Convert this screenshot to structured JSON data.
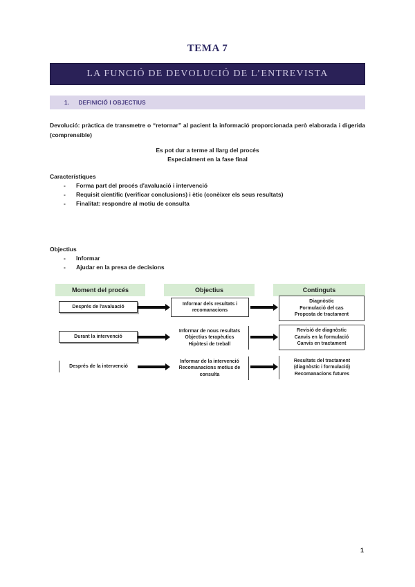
{
  "header": {
    "title": "TEMA 7",
    "banner": "LA FUNCIÓ DE DEVOLUCIÓ DE L’ENTREVISTA"
  },
  "section": {
    "number": "1.",
    "title": "DEFINICIÓ I OBJECTIUS"
  },
  "definition": {
    "paragraph_line1": "Devolució: pràctica de transmetre o “retornar” al pacient la informació proporcionada però elaborada i digerida",
    "paragraph_line2": "(comprensible)",
    "center_line1": "Es pot dur a terme al llarg del procés",
    "center_line2": "Especialment en la fase final"
  },
  "bullet_char": "-",
  "characteristics": {
    "title": "Característiques",
    "items": [
      "Forma part del procés d'avaluació i intervenció",
      "Requisit científic (verificar conclusions) i ètic (conèixer els seus resultats)",
      "Finalitat: respondre al motiu de consulta"
    ]
  },
  "objectives": {
    "title": "Objectius",
    "items": [
      "Informar",
      "Ajudar en la presa de decisions"
    ]
  },
  "diagram": {
    "headers": [
      "Moment del procés",
      "Objectius",
      "Continguts"
    ],
    "rows": [
      {
        "moment": "Després de l'avaluació",
        "objective": "Informar dels resultats i\nrecomanacions",
        "contents": "Diagnòstic\nFormulació del cas\nProposta de tractament"
      },
      {
        "moment": "Durant la intervenció",
        "objective": "Informar de nous resultats\nObjectius terapèutics\nHipòtesi de treball",
        "contents": "Revisió de diagnòstic\nCanvis en la formulació\nCanvis en tractament"
      },
      {
        "moment": "Després de la intervenció",
        "objective": "Informar de la intervenció\nRecomanacions motius de\nconsulta",
        "contents": "Resultats del tractament\n(diagnòstic i formulació)\nRecomanacions futures"
      }
    ]
  },
  "footer": {
    "page_number": "1"
  },
  "colors": {
    "banner_bg": "#2a2157",
    "banner_text": "#cfc9e3",
    "title_text": "#2e2a64",
    "section_bar_bg": "#dcd6ea",
    "section_bar_text": "#45397f",
    "diagram_header_bg": "#d7ecd3"
  }
}
